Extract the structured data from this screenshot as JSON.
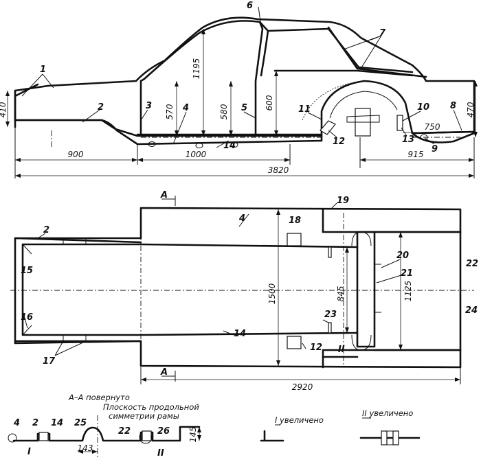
{
  "side_view": {
    "callouts": [
      "1",
      "2",
      "3",
      "4",
      "5",
      "6",
      "7",
      "8",
      "9",
      "10",
      "11",
      "12",
      "13",
      "14"
    ],
    "dims": {
      "h_rear": "410",
      "h_570": "570",
      "h_1195": "1195",
      "h_580": "580",
      "h_600": "600",
      "h_470": "470",
      "d_750": "750",
      "d_900": "900",
      "d_1000": "1000",
      "d_915": "915",
      "d_3820": "3820"
    }
  },
  "plan_view": {
    "callouts": [
      "2",
      "4",
      "12",
      "14",
      "15",
      "16",
      "17",
      "18",
      "19",
      "20",
      "21",
      "22",
      "23",
      "24",
      "II"
    ],
    "dims": {
      "w_1500": "1500",
      "w_845": "845",
      "w_1125": "1125",
      "l_2920": "2920"
    },
    "section_mark": "A"
  },
  "section": {
    "title": "А–А повернуто",
    "plane_note_1": "Плоскость продольной",
    "plane_note_2": "симметрии рамы",
    "callouts": [
      "4",
      "2",
      "14",
      "25",
      "22",
      "26"
    ],
    "dim_143": "143",
    "dim_145": "145",
    "detail_mark_1": "I",
    "detail_mark_2": "II"
  },
  "details": {
    "detail_1_label": "I увеличено",
    "detail_2_label": "II увеличено"
  }
}
